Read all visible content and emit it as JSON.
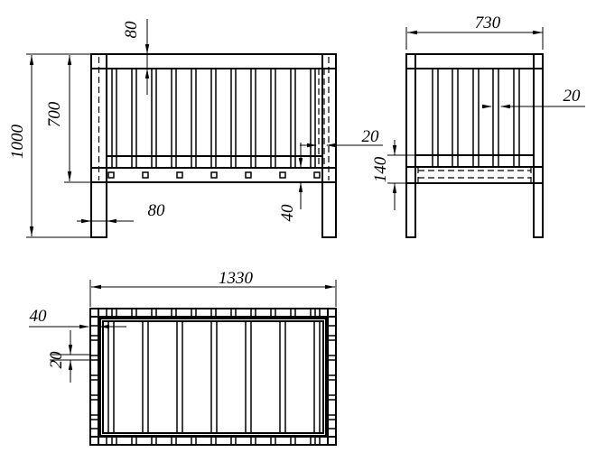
{
  "views": {
    "front": {
      "dims": {
        "total_height": "1000",
        "frame_height": "700",
        "top_rail_thickness": "80",
        "leg_width": "80",
        "base_rail_height": "40",
        "slat_thickness": "20"
      }
    },
    "side": {
      "dims": {
        "overall_width": "730",
        "slat_thickness": "20",
        "base_assembly_height": "140"
      }
    },
    "top": {
      "dims": {
        "overall_length": "1330",
        "frame_board_width": "40",
        "slat_thickness": "20"
      }
    }
  },
  "colors": {
    "line": "#000000",
    "background": "#ffffff"
  }
}
